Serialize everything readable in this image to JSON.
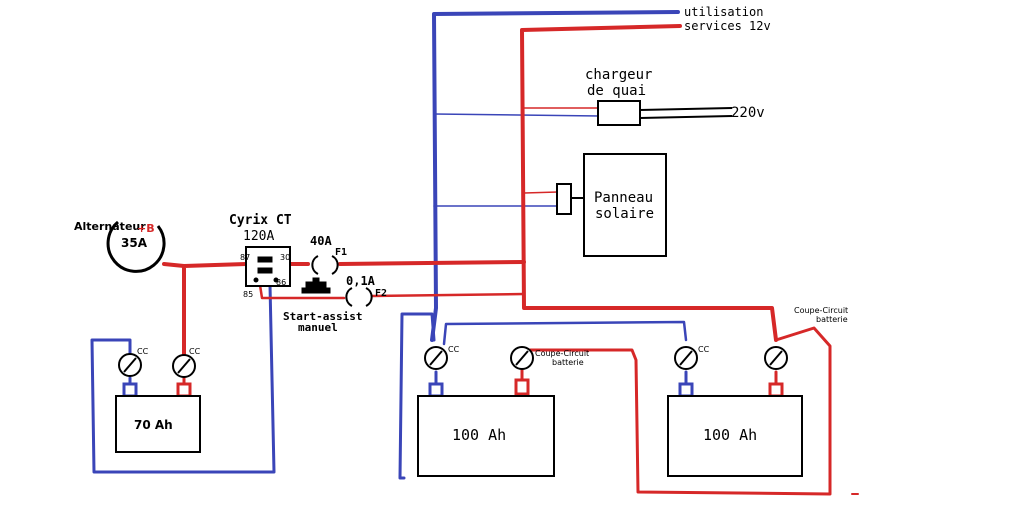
{
  "colors": {
    "positive": "#d62828",
    "negative": "#3a45b8",
    "outline": "#000000",
    "background": "#ffffff"
  },
  "labels": {
    "utilisation": "utilisation",
    "services": "services 12v",
    "chargeur": "chargeur",
    "de_quai": "de quai",
    "v220": "220v",
    "panneau": "Panneau",
    "solaire": "solaire",
    "alternateur": "Alternateur",
    "plus_b": "+B",
    "amp35": "35A",
    "cyrix": "Cyrix CT",
    "amp120": "120A",
    "pin87": "87",
    "pin30": "30",
    "pin85": "85",
    "pin86": "86",
    "amp40": "40A",
    "f1": "F1",
    "amp01": "0,1A",
    "f2": "F2",
    "start_assist": "Start-assist",
    "manuel": "manuel",
    "cc1": "CC",
    "cc2": "CC",
    "cc3": "CC",
    "cc4": "CC",
    "coupe_circuit_1": "Coupe-Circuit",
    "batterie_1": "batterie",
    "coupe_circuit_2": "Coupe-Circuit",
    "batterie_2": "batterie",
    "bat70": "70 Ah",
    "bat100a": "100 Ah",
    "bat100b": "100 Ah"
  }
}
